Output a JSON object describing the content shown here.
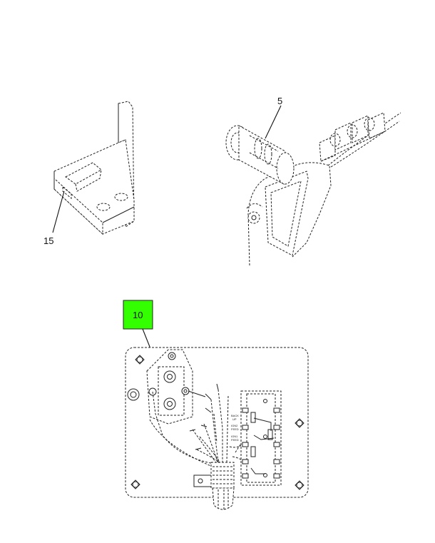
{
  "callouts": {
    "bracket": "15",
    "shaft_assembly": "5",
    "panel": "10"
  },
  "panel_labels": {
    "row1_a": "BACK",
    "row1_b": "UP",
    "row2_a": "IGN2",
    "row2_b": "FEED",
    "row3_a": "IGN1",
    "row3_b": "FEED"
  },
  "colors": {
    "highlight_fill": "#33ff00",
    "highlight_border": "#222222",
    "line": "#222222"
  }
}
